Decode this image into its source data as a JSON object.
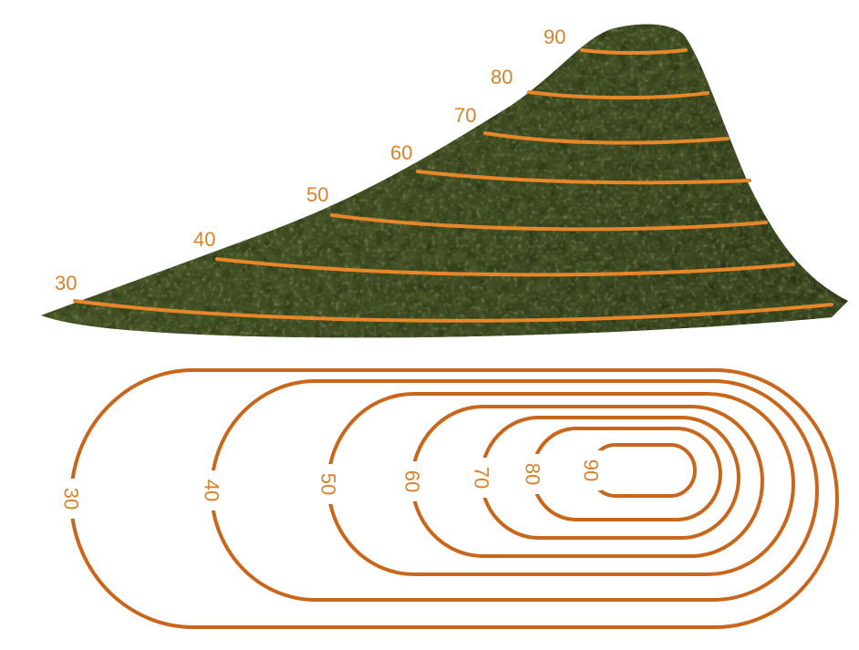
{
  "figure": {
    "colors": {
      "contour": "#e8862a",
      "contour_dark": "#c9661b",
      "label": "#d9822b",
      "background": "#ffffff",
      "terrain_dark": "#2f3a1c",
      "terrain_mid": "#5b6a32",
      "terrain_light": "#8c8f52"
    },
    "hill_view": {
      "labels": [
        "30",
        "40",
        "50",
        "60",
        "70",
        "80",
        "90"
      ]
    },
    "map_view": {
      "labels": [
        "30",
        "40",
        "50",
        "60",
        "70",
        "80",
        "90"
      ]
    }
  }
}
